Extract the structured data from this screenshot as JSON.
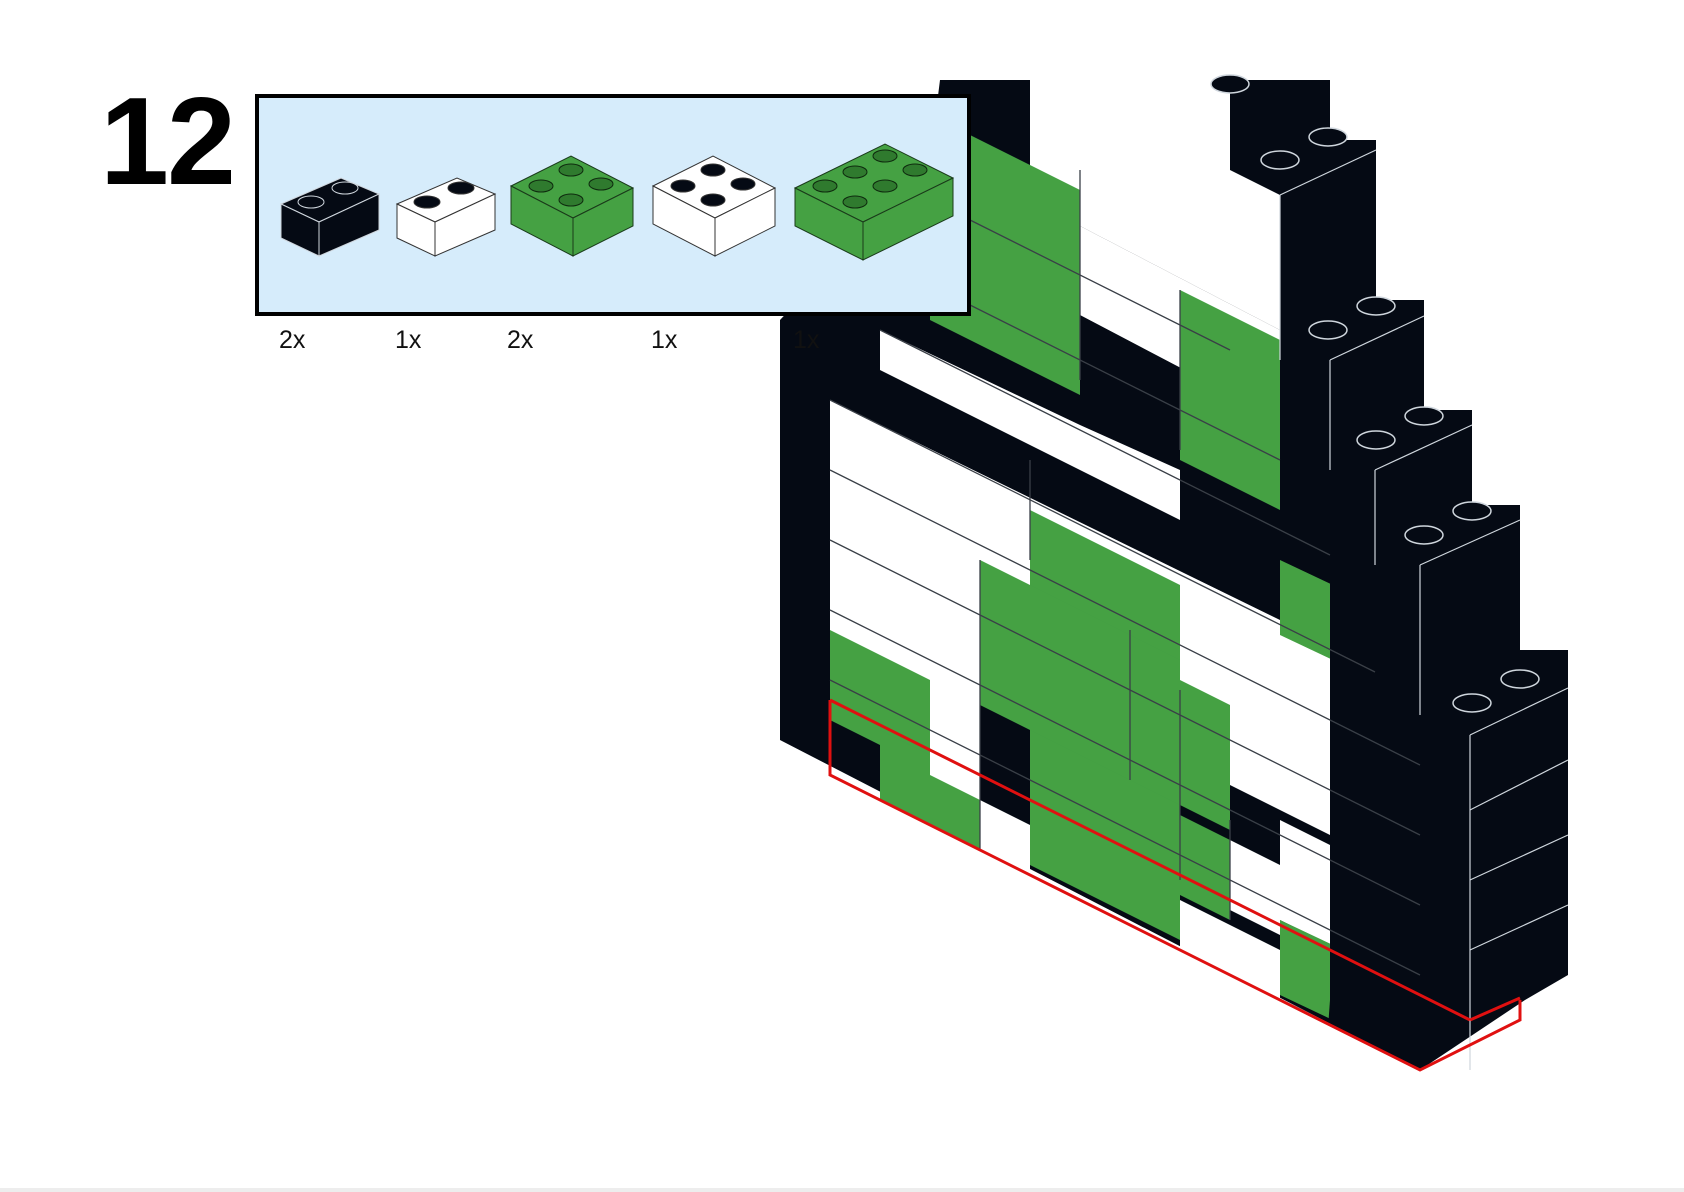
{
  "step": {
    "number": "12"
  },
  "parts": [
    {
      "icon": "brick-1x2-black-icon",
      "color": "#050a14",
      "qty": "2x"
    },
    {
      "icon": "brick-1x2-white-icon",
      "color": "#ffffff",
      "qty": "1x"
    },
    {
      "icon": "brick-2x2-green-icon",
      "color": "#45a143",
      "qty": "2x"
    },
    {
      "icon": "brick-2x2-white-icon",
      "color": "#ffffff",
      "qty": "1x"
    },
    {
      "icon": "brick-2x3-green-icon",
      "color": "#45a143",
      "qty": "1x"
    }
  ],
  "colors": {
    "black": "#050a14",
    "green": "#45a143",
    "white": "#ffffff",
    "panel": "#d6ecfb",
    "highlight": "#e01010"
  }
}
